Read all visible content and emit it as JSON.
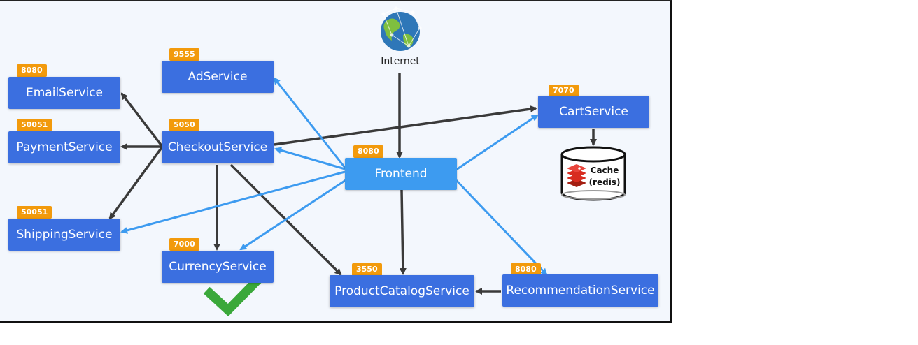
{
  "internet": {
    "label": "Internet"
  },
  "cache": {
    "line1": "Cache",
    "line2": "(redis)"
  },
  "services": {
    "email": {
      "name": "EmailService",
      "port": "8080"
    },
    "payment": {
      "name": "PaymentService",
      "port": "50051"
    },
    "shipping": {
      "name": "ShippingService",
      "port": "50051"
    },
    "ad": {
      "name": "AdService",
      "port": "9555"
    },
    "checkout": {
      "name": "CheckoutService",
      "port": "5050"
    },
    "currency": {
      "name": "CurrencyService",
      "port": "7000"
    },
    "frontend": {
      "name": "Frontend",
      "port": "8080"
    },
    "productcatalog": {
      "name": "ProductCatalogService",
      "port": "3550"
    },
    "recommendation": {
      "name": "RecommendationService",
      "port": "8080"
    },
    "cart": {
      "name": "CartService",
      "port": "7070"
    }
  },
  "colors": {
    "node": "#3b6fe0",
    "frontend_node": "#3d9bf0",
    "port_badge": "#f29a0c",
    "edge_dark": "#3a3a3a",
    "edge_blue": "#3d9bf0",
    "checkmark": "#3aa83a"
  },
  "icons": [
    "globe-icon",
    "redis-icon",
    "checkmark-icon"
  ]
}
